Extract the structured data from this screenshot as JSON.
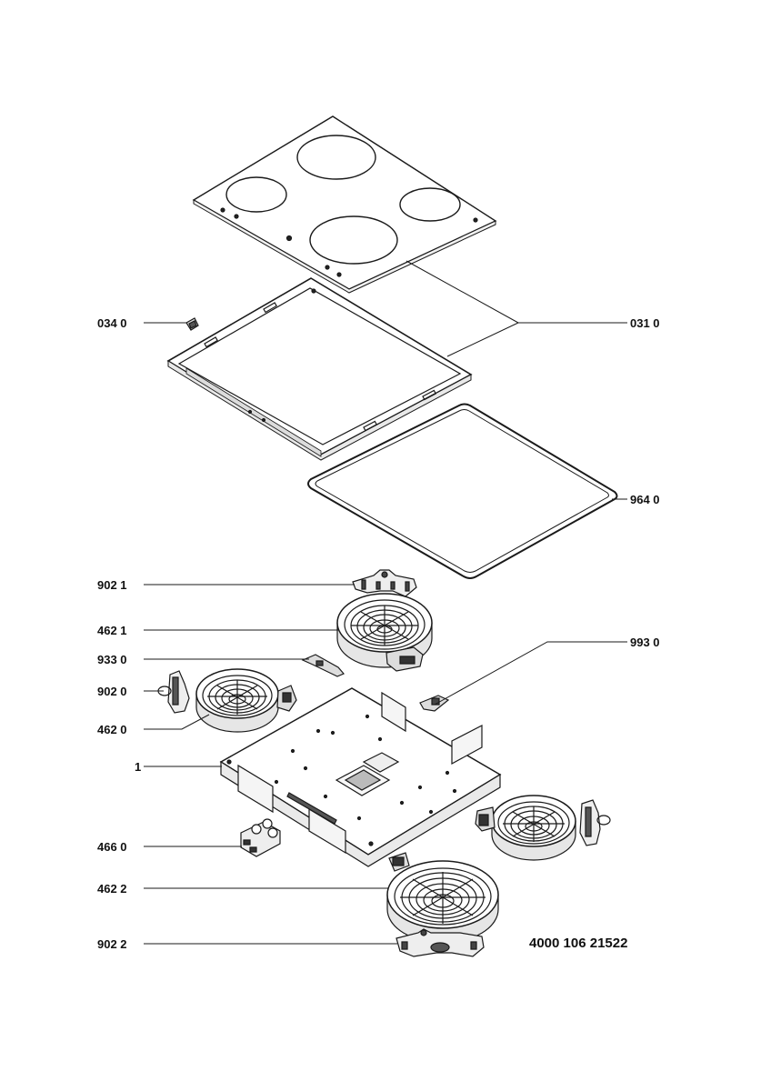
{
  "labels": {
    "l0340": "034 0",
    "l0310": "031 0",
    "l9640": "964 0",
    "l9021": "902 1",
    "l4621": "462 1",
    "l9330": "933 0",
    "l9930": "993 0",
    "l9020": "902 0",
    "l4620": "462 0",
    "l1": "1",
    "l4660": "466 0",
    "l4622": "462 2",
    "l9022": "902 2"
  },
  "document_number": "4000 106 21522"
}
